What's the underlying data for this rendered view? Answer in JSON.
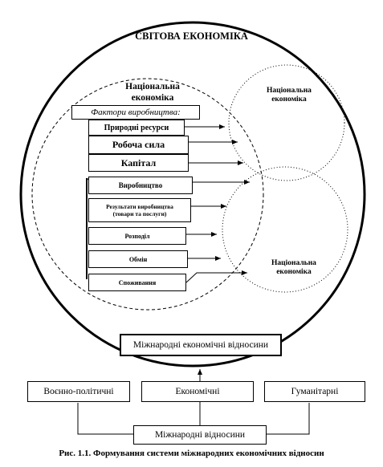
{
  "world_economy": "СВІТОВА ЕКОНОМІКА",
  "national_economy_main": [
    "Національна",
    "економіка"
  ],
  "national_economy_top": [
    "Національна",
    "економіка"
  ],
  "national_economy_bottom": [
    "Національна",
    "економіка"
  ],
  "factors_header": "Фактори виробництва:",
  "factors": [
    "Природні ресурси",
    "Робоча сила",
    "Капітал"
  ],
  "process": {
    "production": "Виробництво",
    "result": [
      "Результати виробництва",
      "(товари та послуги)"
    ],
    "distribution": "Розподіл",
    "exchange": "Обмін",
    "consumption": "Споживання"
  },
  "international_econ_relations": "Міжнародні економічні відносини",
  "relation_types": [
    "Воєнно-політичні",
    "Економічні",
    "Гуманітарні"
  ],
  "international_relations": "Міжнародні відносини",
  "caption": "Рис. 1.1. Формування системи міжнародних економічних відносин"
}
